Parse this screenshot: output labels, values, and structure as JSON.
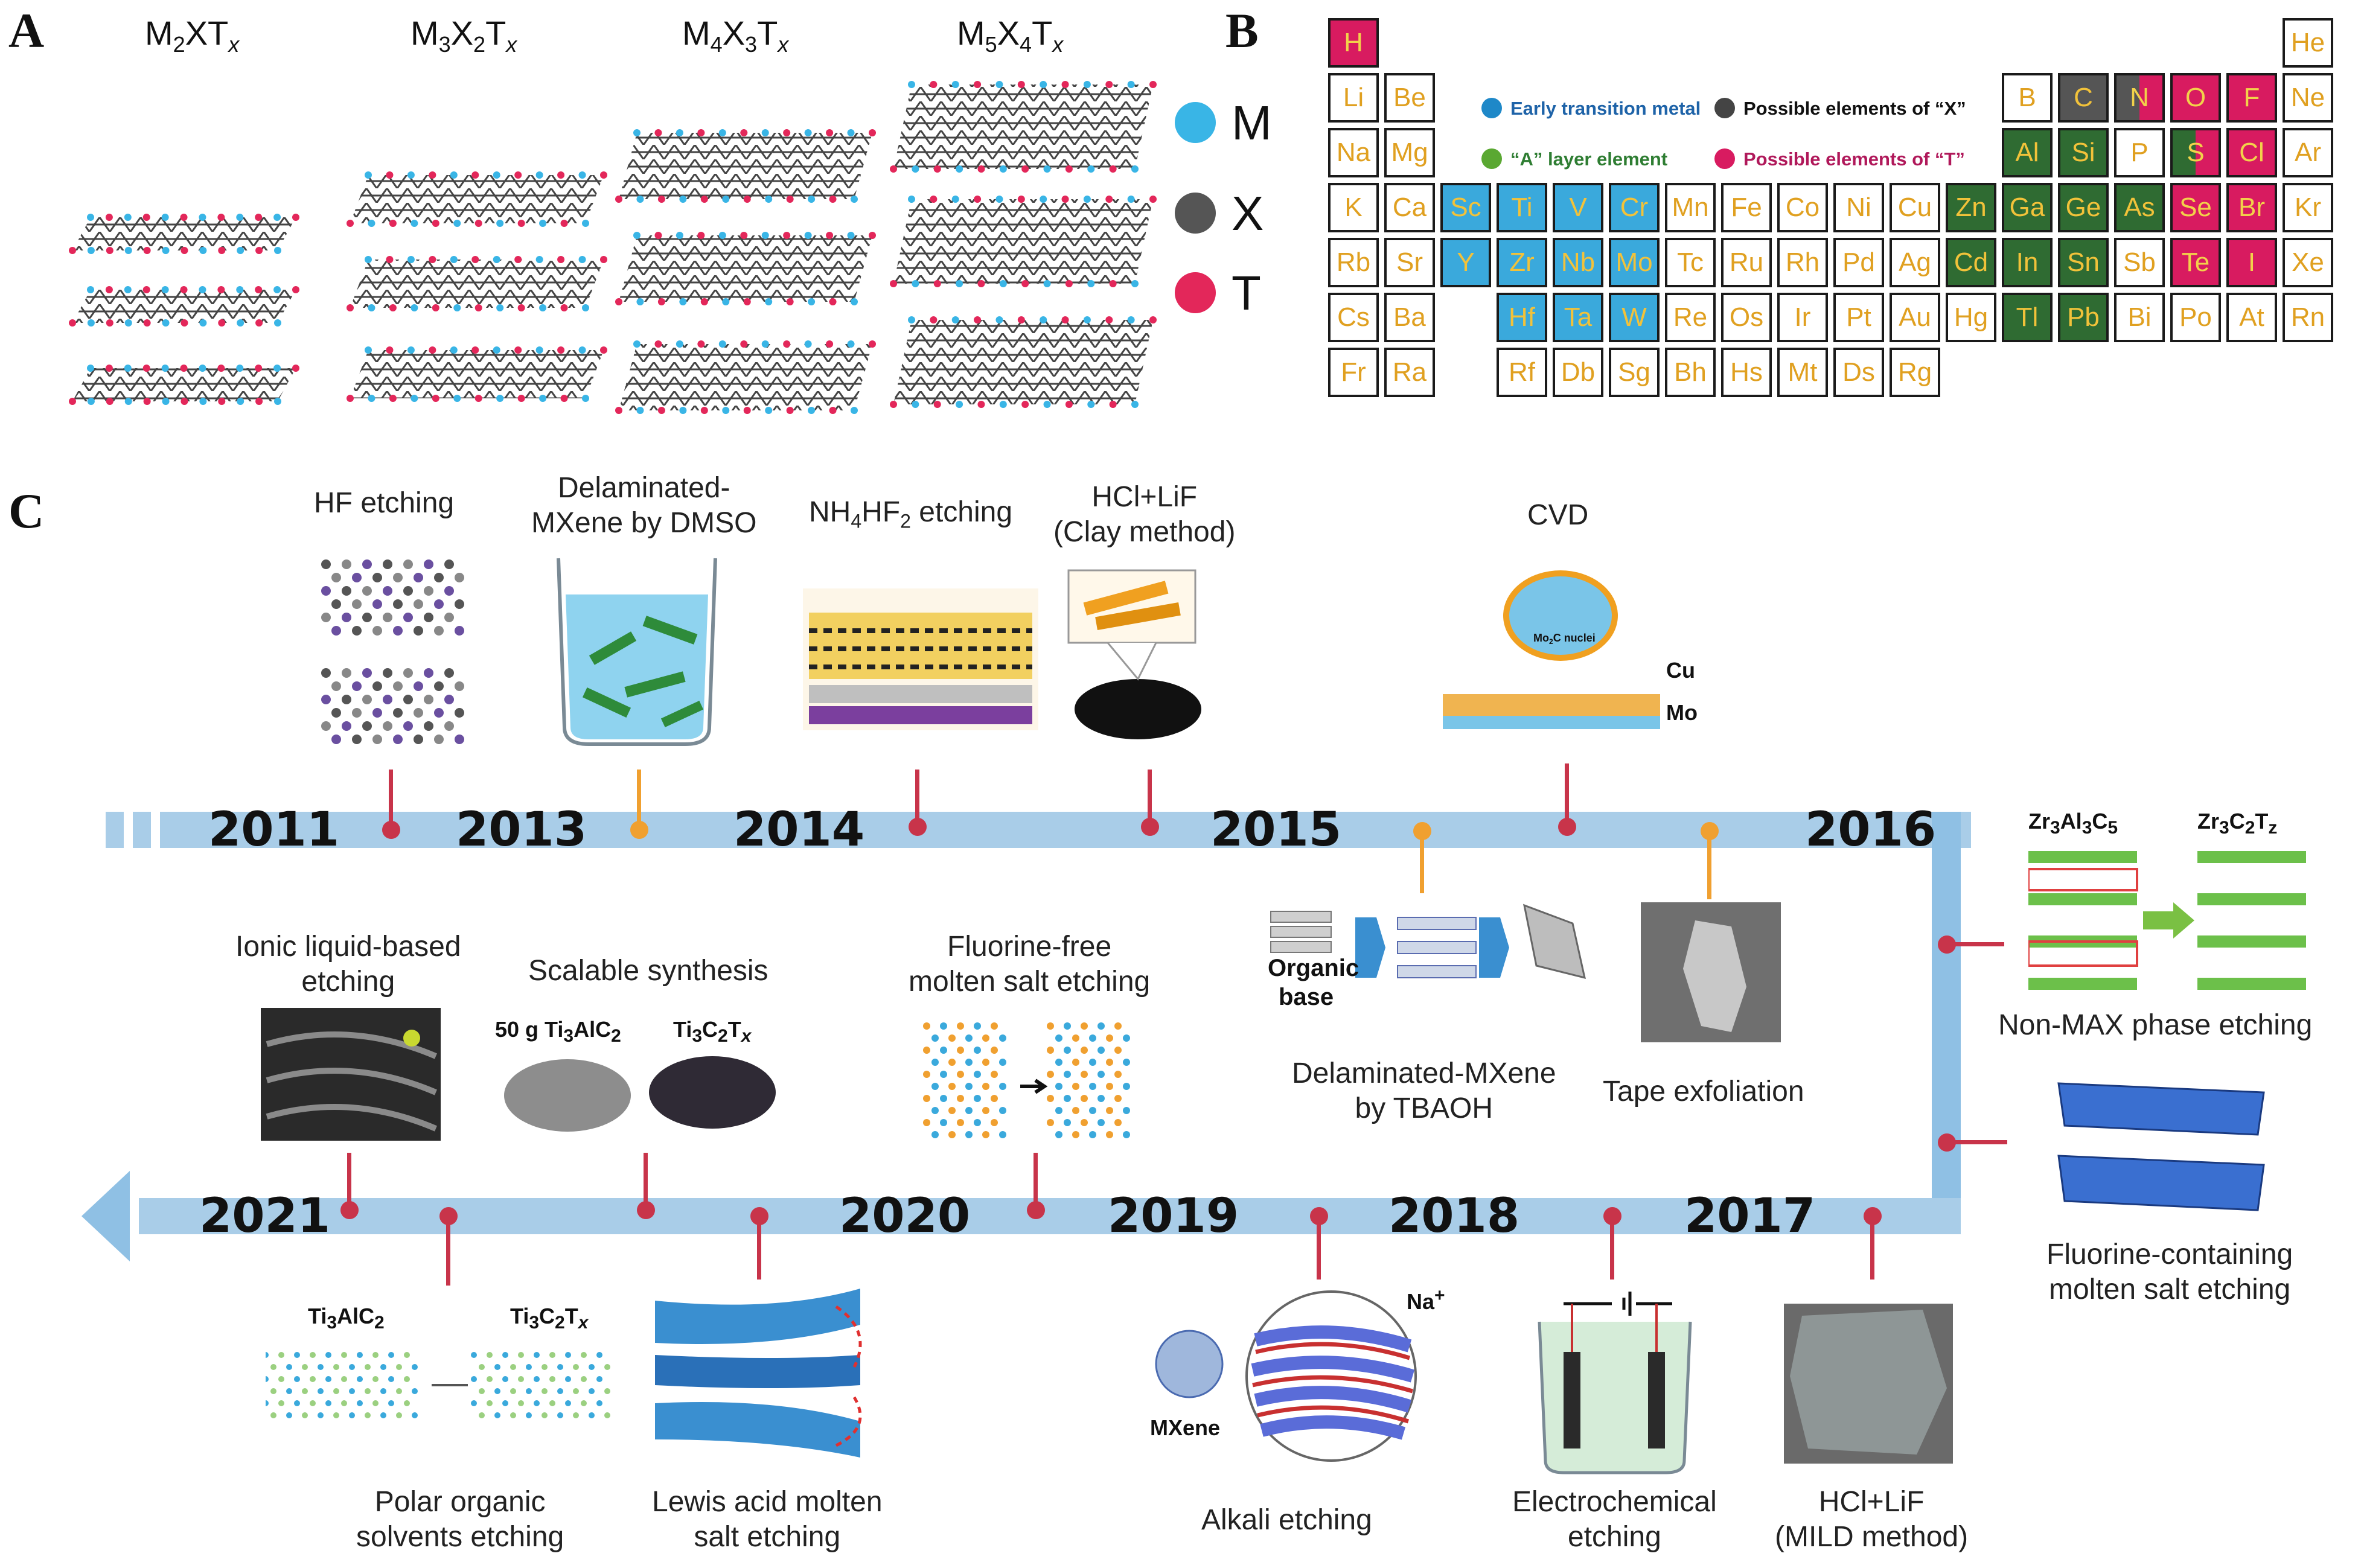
{
  "panel_a": {
    "letter": "A",
    "formulas": [
      {
        "base": "M",
        "sub1": "2",
        "mid": "XT",
        "sub2": "",
        "tail": "x"
      },
      {
        "base": "M",
        "sub1": "3",
        "mid": "X",
        "sub2": "2",
        "tail": "T"
      },
      {
        "base": "M",
        "sub1": "4",
        "mid": "X",
        "sub2": "3",
        "tail": "T"
      },
      {
        "base": "M",
        "sub1": "5",
        "mid": "X",
        "sub2": "4",
        "tail": "T"
      }
    ],
    "legend": [
      {
        "label": "M",
        "color": "#39b5e6"
      },
      {
        "label": "X",
        "color": "#555555"
      },
      {
        "label": "T",
        "color": "#e3275a"
      }
    ]
  },
  "panel_b": {
    "letter": "B",
    "legend": {
      "early_transition_metal": "Early transition metal",
      "a_layer": "“A” layer element",
      "possible_x": "Possible elements of “X”",
      "possible_t": "Possible elements of “T”"
    },
    "colors": {
      "M": "#3aa9dc",
      "A": "#2f6b32",
      "X": "#555555",
      "T": "#d81b60"
    },
    "elements": [
      {
        "s": "H",
        "r": 0,
        "c": 0,
        "t": "T"
      },
      {
        "s": "He",
        "r": 0,
        "c": 17,
        "t": ""
      },
      {
        "s": "Li",
        "r": 1,
        "c": 0,
        "t": ""
      },
      {
        "s": "Be",
        "r": 1,
        "c": 1,
        "t": ""
      },
      {
        "s": "B",
        "r": 1,
        "c": 12,
        "t": ""
      },
      {
        "s": "C",
        "r": 1,
        "c": 13,
        "t": "X"
      },
      {
        "s": "N",
        "r": 1,
        "c": 14,
        "t": "XT"
      },
      {
        "s": "O",
        "r": 1,
        "c": 15,
        "t": "T"
      },
      {
        "s": "F",
        "r": 1,
        "c": 16,
        "t": "T"
      },
      {
        "s": "Ne",
        "r": 1,
        "c": 17,
        "t": ""
      },
      {
        "s": "Na",
        "r": 2,
        "c": 0,
        "t": ""
      },
      {
        "s": "Mg",
        "r": 2,
        "c": 1,
        "t": ""
      },
      {
        "s": "Al",
        "r": 2,
        "c": 12,
        "t": "A"
      },
      {
        "s": "Si",
        "r": 2,
        "c": 13,
        "t": "A"
      },
      {
        "s": "P",
        "r": 2,
        "c": 14,
        "t": ""
      },
      {
        "s": "S",
        "r": 2,
        "c": 15,
        "t": "AT"
      },
      {
        "s": "Cl",
        "r": 2,
        "c": 16,
        "t": "T"
      },
      {
        "s": "Ar",
        "r": 2,
        "c": 17,
        "t": ""
      },
      {
        "s": "K",
        "r": 3,
        "c": 0,
        "t": ""
      },
      {
        "s": "Ca",
        "r": 3,
        "c": 1,
        "t": ""
      },
      {
        "s": "Sc",
        "r": 3,
        "c": 2,
        "t": "M"
      },
      {
        "s": "Ti",
        "r": 3,
        "c": 3,
        "t": "M"
      },
      {
        "s": "V",
        "r": 3,
        "c": 4,
        "t": "M"
      },
      {
        "s": "Cr",
        "r": 3,
        "c": 5,
        "t": "M"
      },
      {
        "s": "Mn",
        "r": 3,
        "c": 6,
        "t": ""
      },
      {
        "s": "Fe",
        "r": 3,
        "c": 7,
        "t": ""
      },
      {
        "s": "Co",
        "r": 3,
        "c": 8,
        "t": ""
      },
      {
        "s": "Ni",
        "r": 3,
        "c": 9,
        "t": ""
      },
      {
        "s": "Cu",
        "r": 3,
        "c": 10,
        "t": ""
      },
      {
        "s": "Zn",
        "r": 3,
        "c": 11,
        "t": "A"
      },
      {
        "s": "Ga",
        "r": 3,
        "c": 12,
        "t": "A"
      },
      {
        "s": "Ge",
        "r": 3,
        "c": 13,
        "t": "A"
      },
      {
        "s": "As",
        "r": 3,
        "c": 14,
        "t": "A"
      },
      {
        "s": "Se",
        "r": 3,
        "c": 15,
        "t": "T"
      },
      {
        "s": "Br",
        "r": 3,
        "c": 16,
        "t": "T"
      },
      {
        "s": "Kr",
        "r": 3,
        "c": 17,
        "t": ""
      },
      {
        "s": "Rb",
        "r": 4,
        "c": 0,
        "t": ""
      },
      {
        "s": "Sr",
        "r": 4,
        "c": 1,
        "t": ""
      },
      {
        "s": "Y",
        "r": 4,
        "c": 2,
        "t": "M"
      },
      {
        "s": "Zr",
        "r": 4,
        "c": 3,
        "t": "M"
      },
      {
        "s": "Nb",
        "r": 4,
        "c": 4,
        "t": "M"
      },
      {
        "s": "Mo",
        "r": 4,
        "c": 5,
        "t": "M"
      },
      {
        "s": "Tc",
        "r": 4,
        "c": 6,
        "t": ""
      },
      {
        "s": "Ru",
        "r": 4,
        "c": 7,
        "t": ""
      },
      {
        "s": "Rh",
        "r": 4,
        "c": 8,
        "t": ""
      },
      {
        "s": "Pd",
        "r": 4,
        "c": 9,
        "t": ""
      },
      {
        "s": "Ag",
        "r": 4,
        "c": 10,
        "t": ""
      },
      {
        "s": "Cd",
        "r": 4,
        "c": 11,
        "t": "A"
      },
      {
        "s": "In",
        "r": 4,
        "c": 12,
        "t": "A"
      },
      {
        "s": "Sn",
        "r": 4,
        "c": 13,
        "t": "A"
      },
      {
        "s": "Sb",
        "r": 4,
        "c": 14,
        "t": ""
      },
      {
        "s": "Te",
        "r": 4,
        "c": 15,
        "t": "T"
      },
      {
        "s": "I",
        "r": 4,
        "c": 16,
        "t": "T"
      },
      {
        "s": "Xe",
        "r": 4,
        "c": 17,
        "t": ""
      },
      {
        "s": "Cs",
        "r": 5,
        "c": 0,
        "t": ""
      },
      {
        "s": "Ba",
        "r": 5,
        "c": 1,
        "t": ""
      },
      {
        "s": "Hf",
        "r": 5,
        "c": 3,
        "t": "M"
      },
      {
        "s": "Ta",
        "r": 5,
        "c": 4,
        "t": "M"
      },
      {
        "s": "W",
        "r": 5,
        "c": 5,
        "t": "M"
      },
      {
        "s": "Re",
        "r": 5,
        "c": 6,
        "t": ""
      },
      {
        "s": "Os",
        "r": 5,
        "c": 7,
        "t": ""
      },
      {
        "s": "Ir",
        "r": 5,
        "c": 8,
        "t": ""
      },
      {
        "s": "Pt",
        "r": 5,
        "c": 9,
        "t": ""
      },
      {
        "s": "Au",
        "r": 5,
        "c": 10,
        "t": ""
      },
      {
        "s": "Hg",
        "r": 5,
        "c": 11,
        "t": ""
      },
      {
        "s": "Tl",
        "r": 5,
        "c": 12,
        "t": "A"
      },
      {
        "s": "Pb",
        "r": 5,
        "c": 13,
        "t": "A"
      },
      {
        "s": "Bi",
        "r": 5,
        "c": 14,
        "t": ""
      },
      {
        "s": "Po",
        "r": 5,
        "c": 15,
        "t": ""
      },
      {
        "s": "At",
        "r": 5,
        "c": 16,
        "t": ""
      },
      {
        "s": "Rn",
        "r": 5,
        "c": 17,
        "t": ""
      },
      {
        "s": "Fr",
        "r": 6,
        "c": 0,
        "t": ""
      },
      {
        "s": "Ra",
        "r": 6,
        "c": 1,
        "t": ""
      },
      {
        "s": "Rf",
        "r": 6,
        "c": 3,
        "t": ""
      },
      {
        "s": "Db",
        "r": 6,
        "c": 4,
        "t": ""
      },
      {
        "s": "Sg",
        "r": 6,
        "c": 5,
        "t": ""
      },
      {
        "s": "Bh",
        "r": 6,
        "c": 6,
        "t": ""
      },
      {
        "s": "Hs",
        "r": 6,
        "c": 7,
        "t": ""
      },
      {
        "s": "Mt",
        "r": 6,
        "c": 8,
        "t": ""
      },
      {
        "s": "Ds",
        "r": 6,
        "c": 9,
        "t": ""
      },
      {
        "s": "Rg",
        "r": 6,
        "c": 10,
        "t": ""
      }
    ]
  },
  "panel_c": {
    "letter": "C",
    "years_top": [
      "2011",
      "2013",
      "2014",
      "2015",
      "2016"
    ],
    "years_bottom": [
      "2021",
      "2020",
      "2019",
      "2018",
      "2017"
    ],
    "captions": {
      "hf": "HF etching",
      "dmso": [
        "Delaminated-",
        "MXene by DMSO"
      ],
      "nh4": "etching",
      "clay": [
        "HCl+LiF",
        "(Clay method)"
      ],
      "cvd": "CVD",
      "cu": "Cu",
      "mo": "Mo",
      "organic": [
        "Organic",
        "base"
      ],
      "tbaoh": [
        "Delaminated-MXene",
        "by TBAOH"
      ],
      "tape": "Tape exfoliation",
      "nonmax": "Non-MAX phase etching",
      "fluorine_containing": [
        "Fluorine-containing",
        "molten salt etching"
      ],
      "ionic": [
        "Ionic liquid-based",
        "etching"
      ],
      "scalable": "Scalable synthesis",
      "fifty_g": "50 g",
      "fluorine_free": [
        "Fluorine-free",
        "molten salt etching"
      ],
      "polar": [
        "Polar organic",
        "solvents etching"
      ],
      "lewis": [
        "Lewis acid molten",
        "salt etching"
      ],
      "alkali": "Alkali etching",
      "mxene": "MXene",
      "na": "Na",
      "electro": [
        "Electrochemical",
        "etching"
      ],
      "mild": [
        "HCl+LiF",
        "(MILD method)"
      ]
    }
  }
}
